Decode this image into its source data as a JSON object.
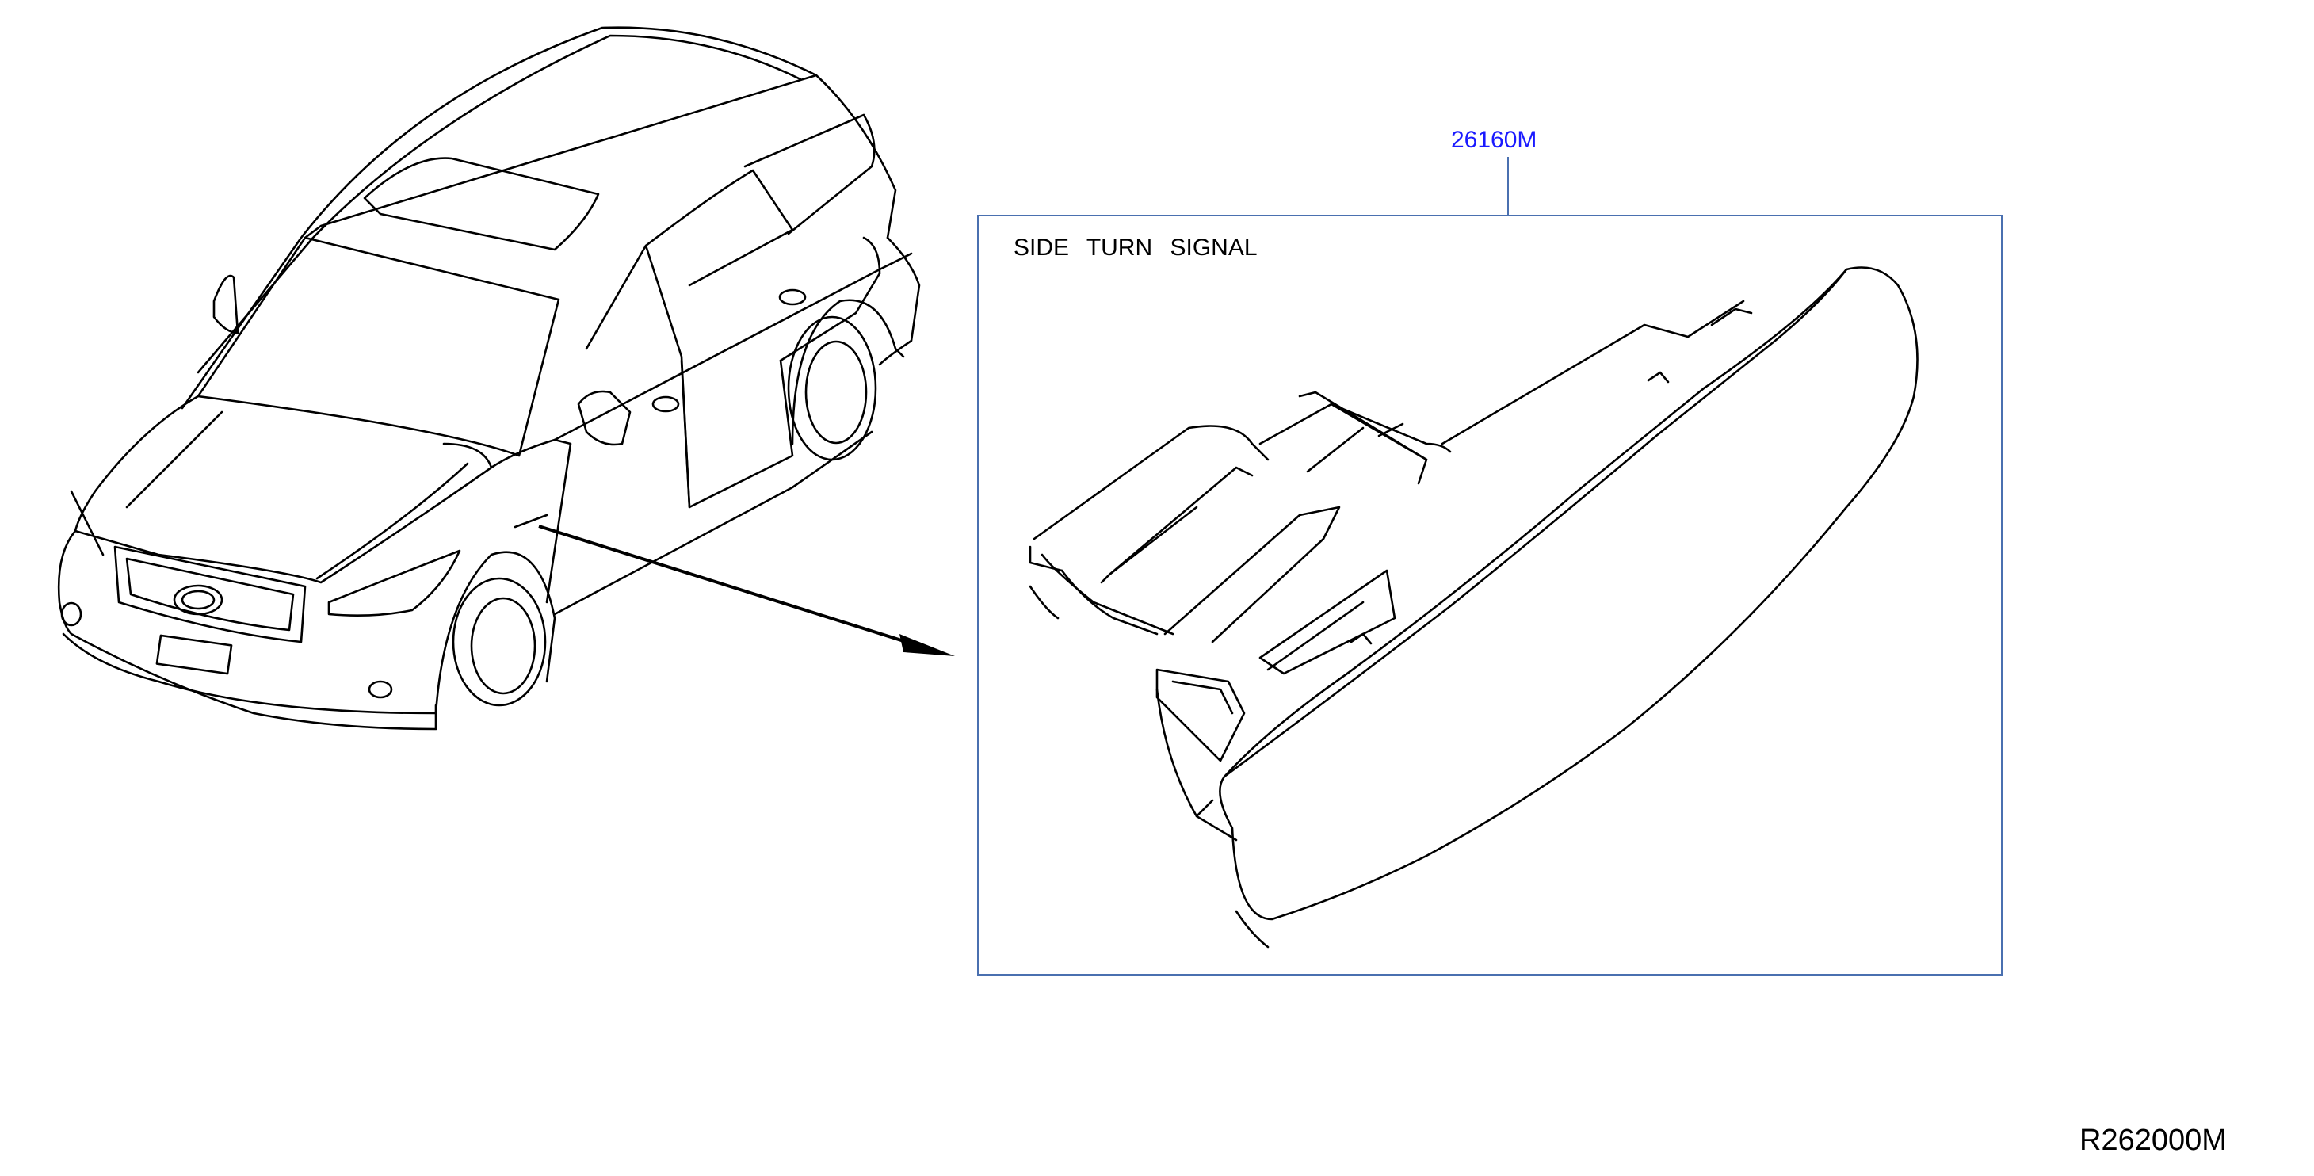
{
  "diagram": {
    "part_number": "26160M",
    "part_label": "SIDE TURN SIGNAL",
    "diagram_code": "R262000M"
  },
  "colors": {
    "callout_line": "#4a70b0",
    "part_number_text": "#1a1aff",
    "line_art": "#000000"
  },
  "icons": {
    "vehicle": "suv-vehicle-illustration",
    "part": "side-turn-signal-lamp-illustration",
    "pointer": "arrow-pointer"
  }
}
